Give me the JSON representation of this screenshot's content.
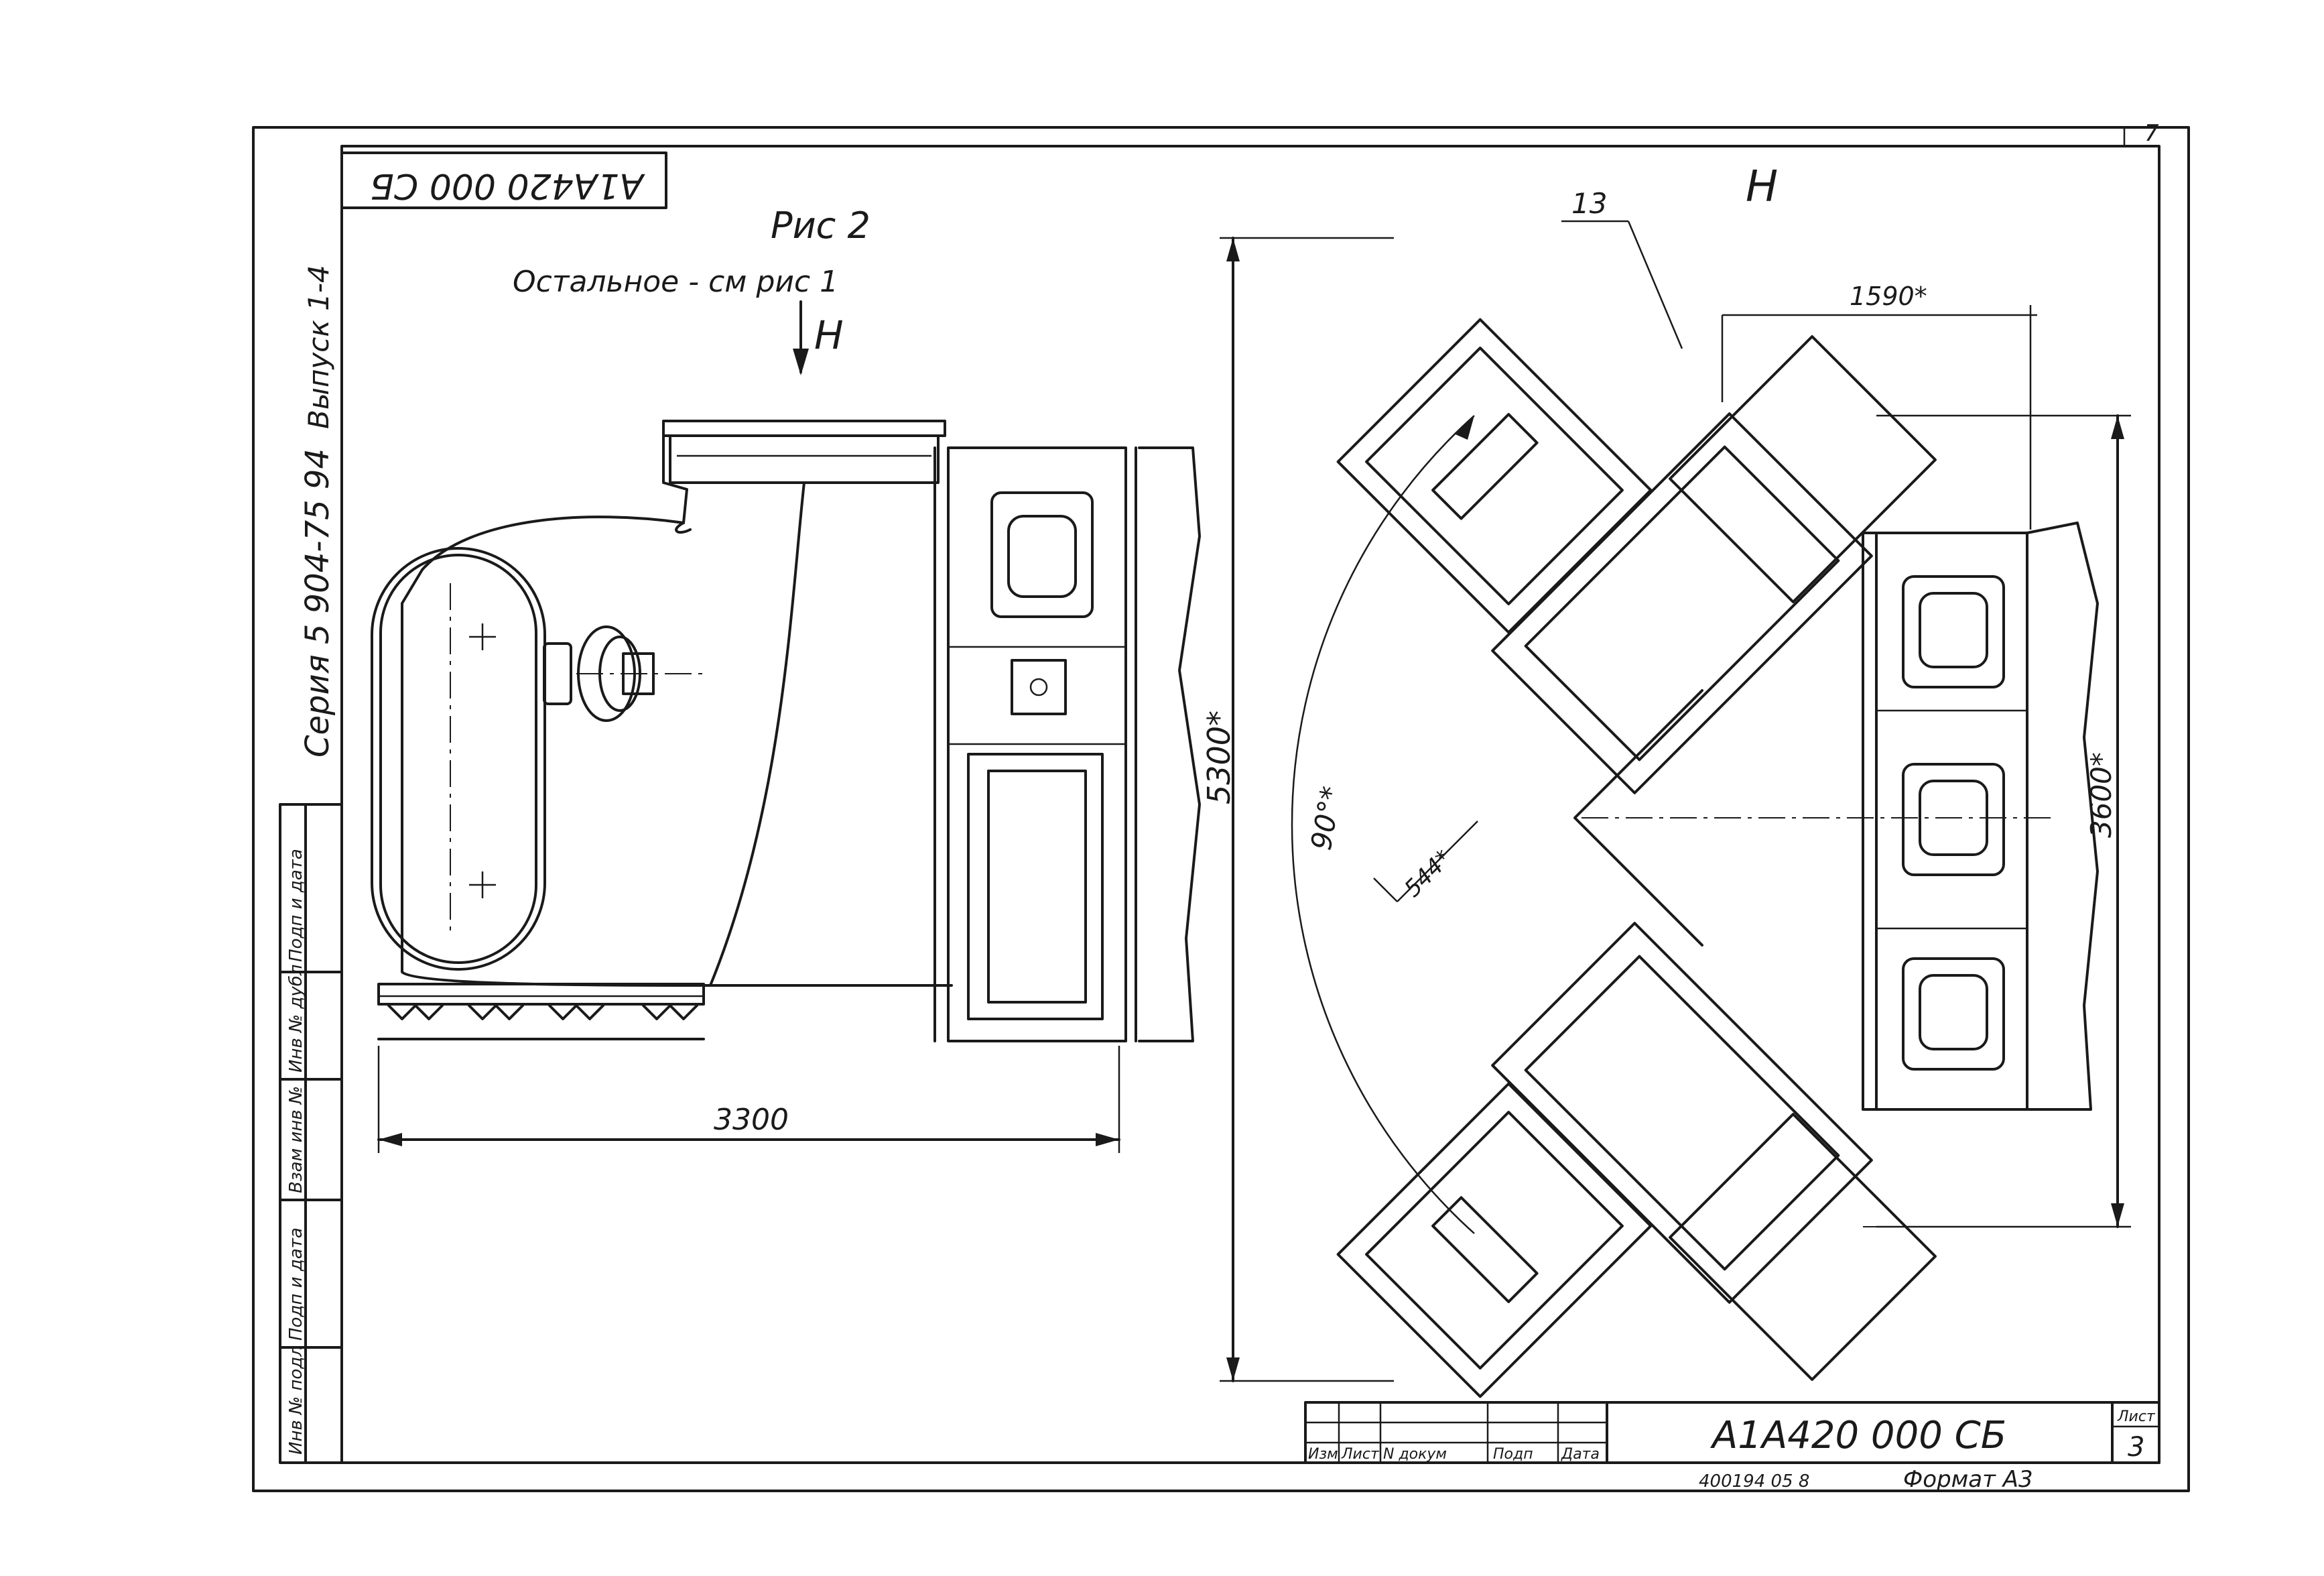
{
  "stamp_top": "A1A420 000 CБ",
  "figure_title": "Рис 2",
  "figure_note": "Остальное - см рис 1",
  "view_arrow_label": "Н",
  "view_label": "Н",
  "series": "Серия 5 904-75 94",
  "issue": "Выпуск 1-4",
  "side_labels": [
    "Инв № подл",
    "Подп и дата",
    "Взам инв №",
    "Инв № дубл",
    "Подп и дата"
  ],
  "callout_13": "13",
  "dimensions": {
    "width_left": "3300",
    "height_total": "5300*",
    "angle": "90°*",
    "offset": "544*",
    "span_right": "3600*",
    "top_span": "1590*"
  },
  "title_block": {
    "headers": [
      "Изм",
      "Лист",
      "N докум",
      "Подп",
      "Дата"
    ],
    "designation": "A1A420 000 СБ",
    "sheet_label": "Лист",
    "sheet_number": "3"
  },
  "bottom_code": "400194 05  8",
  "format": "Формат А3",
  "page_corner": "7"
}
